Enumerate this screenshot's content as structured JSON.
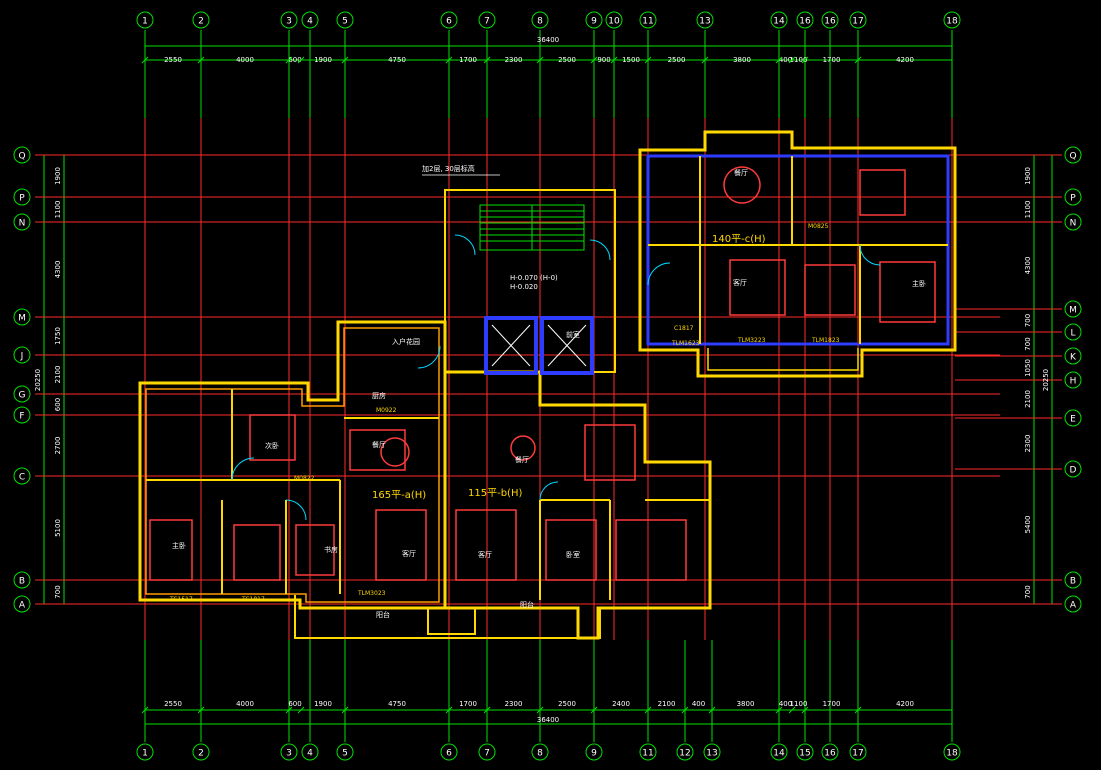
{
  "colors": {
    "background": "#000000",
    "axis_red": "#ff2a2a",
    "dim_green": "#00e000",
    "wall_yellow": "#ffd800",
    "wall_orange": "#ff9a00",
    "furniture_red": "#ff3b3b",
    "cyan": "#00d8ff",
    "blue_wall": "#2d3cff",
    "white": "#ffffff"
  },
  "column_axes_top": [
    "1",
    "2",
    "3",
    "4",
    "5",
    "6",
    "7",
    "8",
    "9",
    "10",
    "11",
    "13",
    "14",
    "16",
    "16",
    "17",
    "18"
  ],
  "column_axes_bottom": [
    "1",
    "2",
    "3",
    "4",
    "5",
    "6",
    "7",
    "8",
    "9",
    "11",
    "12",
    "13",
    "14",
    "15",
    "16",
    "17",
    "18"
  ],
  "row_axes_left": [
    "Q",
    "P",
    "N",
    "M",
    "J",
    "G",
    "F",
    "C",
    "B",
    "A"
  ],
  "row_axes_right": [
    "Q",
    "P",
    "N",
    "M",
    "L",
    "K",
    "H",
    "E",
    "D",
    "B",
    "A"
  ],
  "total_width": "36400",
  "total_height": "20250",
  "top_dims": [
    "2550",
    "4000",
    "600",
    "1900",
    "4750",
    "1700",
    "2300",
    "2500",
    "900",
    "1500",
    "2500",
    "3800",
    "400",
    "1100",
    "1700",
    "4200"
  ],
  "bottom_dims": [
    "2550",
    "4000",
    "600",
    "1900",
    "4750",
    "1700",
    "2300",
    "2500",
    "2400",
    "2100",
    "400",
    "3800",
    "400",
    "1100",
    "1700",
    "4200"
  ],
  "left_dims": [
    "1900",
    "1100",
    "4300",
    "1750",
    "2100",
    "600",
    "2700",
    "5100",
    "700"
  ],
  "right_dims": [
    "1900",
    "1100",
    "4300",
    "700",
    "700",
    "1050",
    "2100",
    "2300",
    "5400",
    "700"
  ],
  "unit_labels": {
    "unit_a": "165平-a(H)",
    "unit_b": "115平-b(H)",
    "unit_c": "140平-c(H)"
  },
  "room_labels": [
    {
      "id": "living-a",
      "text": "客厅"
    },
    {
      "id": "dining-a",
      "text": "餐厅"
    },
    {
      "id": "master-a",
      "text": "主卧"
    },
    {
      "id": "bed2-a",
      "text": "次卧"
    },
    {
      "id": "study-a",
      "text": "书房"
    },
    {
      "id": "kitchen-a",
      "text": "厨房"
    },
    {
      "id": "living-b",
      "text": "客厅"
    },
    {
      "id": "dining-b",
      "text": "餐厅"
    },
    {
      "id": "bed-b",
      "text": "卧室"
    },
    {
      "id": "living-c",
      "text": "客厅"
    },
    {
      "id": "dining-c",
      "text": "餐厅"
    },
    {
      "id": "master-c",
      "text": "主卧"
    },
    {
      "id": "core",
      "text": "前室"
    },
    {
      "id": "foyer",
      "text": "入户花园"
    },
    {
      "id": "balcony-a",
      "text": "阳台"
    },
    {
      "id": "balcony-b",
      "text": "阳台"
    }
  ],
  "notes": {
    "stair_note": "加2层, 30层标高",
    "elev_1": "H-0.070 (H-0)",
    "elev_2": "H-0.020"
  },
  "window_tags": [
    "TLM3223",
    "TLM1823",
    "TC1517",
    "TC1817",
    "TLM3023",
    "TLM1623",
    "M0922",
    "M0822",
    "M0825",
    "C1817"
  ]
}
